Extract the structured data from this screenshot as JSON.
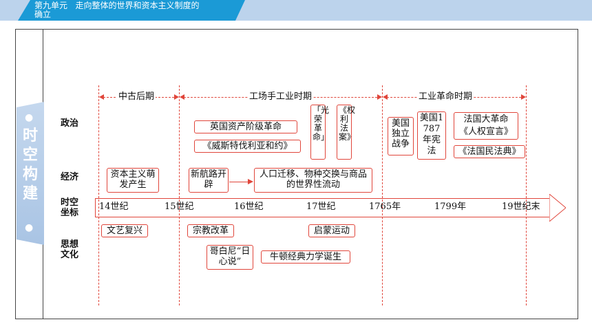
{
  "header": {
    "unit": "第九单元",
    "title_line1": "走向整体的世界和资本主义制度的",
    "title_line2": "确立"
  },
  "side_label": {
    "chars": [
      "时",
      "空",
      "构",
      "建"
    ]
  },
  "periods": [
    {
      "label": "中古后期"
    },
    {
      "label": "工场手工业时期"
    },
    {
      "label": "工业革命时期"
    }
  ],
  "rows": {
    "politics": "政治",
    "economy": "经济",
    "axis": "时空坐标",
    "culture": "思想文化"
  },
  "axis_ticks": [
    "14世纪",
    "15世纪",
    "16世纪",
    "17世纪",
    "1765年",
    "1799年",
    "19世纪末"
  ],
  "events": {
    "politics": {
      "english_revolution": "英国资产阶级革命",
      "william_treaty": "《威斯特伐利亚和约》",
      "glorious_revolution": "「光荣革命」",
      "bill_of_rights": "《权利法案》",
      "american_independence": "美国独立战争",
      "us_constitution": "美国1787年宪法",
      "french_revolution": "法国大革命《人权宣言》",
      "napoleonic_code": "《法国民法典》"
    },
    "economy": {
      "capitalism_sprouts": "资本主义萌发产生",
      "new_routes": "新航路开辟",
      "global_flow": "人口迁移、物种交换与商品的世界性流动"
    },
    "culture": {
      "renaissance": "文艺复兴",
      "reformation": "宗教改革",
      "copernicus": "哥白尼“日心说”",
      "enlightenment": "启蒙运动",
      "newton": "牛顿经典力学诞生"
    }
  },
  "colors": {
    "accent": "#e0453a",
    "header_blue": "#1b9ad6",
    "header_band": "#bcd3ec",
    "side_label": "#b6cde9"
  }
}
